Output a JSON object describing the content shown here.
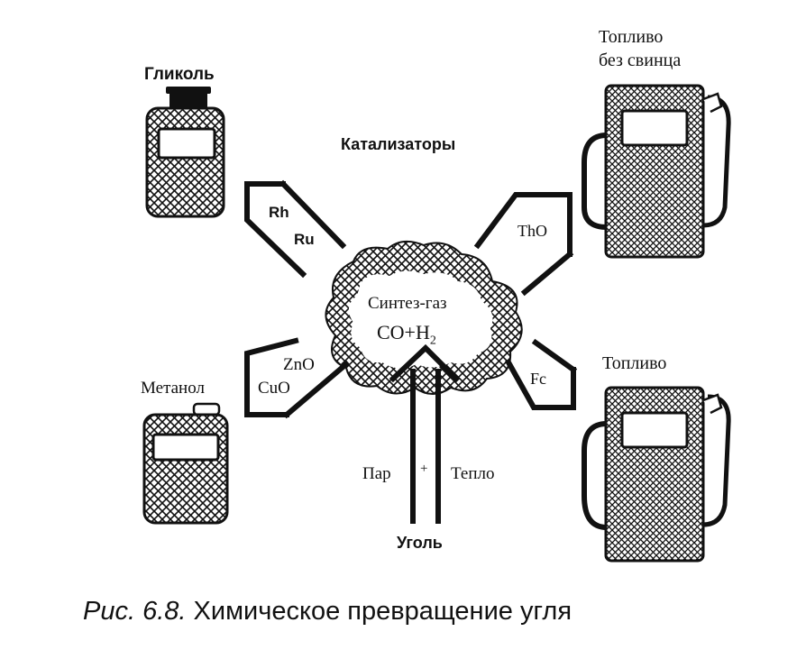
{
  "labels": {
    "glycol": "Гликоль",
    "catalysts": "Катализаторы",
    "unleaded_fuel_line1": "Топливо",
    "unleaded_fuel_line2": "без свинца",
    "fuel": "Топливо",
    "methanol": "Метанол",
    "syngas_line1": "Синтез-газ",
    "syngas_formula": "CO+H",
    "syngas_subscript": "2",
    "cat_rh": "Rh",
    "cat_ru": "Ru",
    "cat_tho": "ThO",
    "cat_zno": "ZnO",
    "cat_cuo": "CuO",
    "cat_fe": "Fc",
    "steam": "Пар",
    "plus": "+",
    "heat": "Тепло",
    "coal": "Уголь"
  },
  "caption": {
    "figure_ref": "Рис. 6.8.",
    "title": "Химическое превращение угля"
  },
  "colors": {
    "ink": "#111111",
    "background": "#ffffff"
  }
}
